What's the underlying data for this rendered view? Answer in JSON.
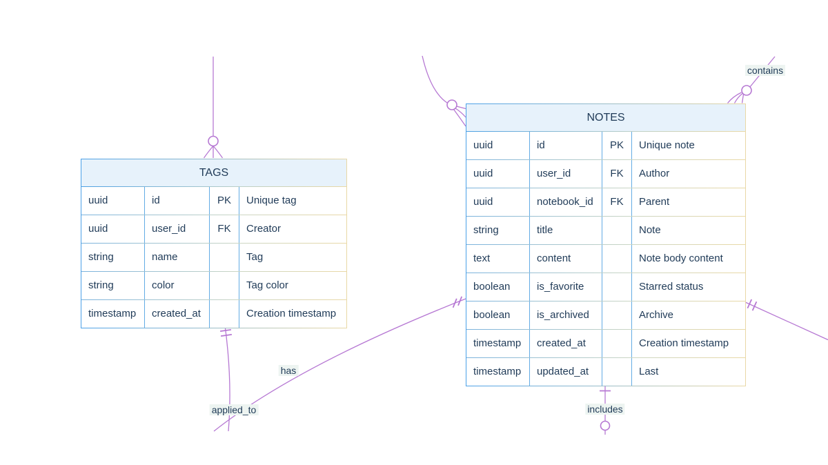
{
  "diagram_type": "entity-relationship",
  "colors": {
    "accent_blue": "#4aa0e8",
    "accent_tan": "#e9d8a5",
    "header_fill": "#e7f2fb",
    "text_color": "#1f3a57",
    "line_color": "#b678d3",
    "label_bg": "#edf4f1"
  },
  "entities": [
    {
      "name": "TAGS",
      "rows": [
        {
          "type": "uuid",
          "name": "id",
          "key": "PK",
          "comment": "Unique tag"
        },
        {
          "type": "uuid",
          "name": "user_id",
          "key": "FK",
          "comment": "Creator"
        },
        {
          "type": "string",
          "name": "name",
          "key": "",
          "comment": "Tag"
        },
        {
          "type": "string",
          "name": "color",
          "key": "",
          "comment": "Tag color"
        },
        {
          "type": "timestamp",
          "name": "created_at",
          "key": "",
          "comment": "Creation timestamp"
        }
      ]
    },
    {
      "name": "NOTES",
      "rows": [
        {
          "type": "uuid",
          "name": "id",
          "key": "PK",
          "comment": "Unique note"
        },
        {
          "type": "uuid",
          "name": "user_id",
          "key": "FK",
          "comment": "Author"
        },
        {
          "type": "uuid",
          "name": "notebook_id",
          "key": "FK",
          "comment": "Parent"
        },
        {
          "type": "string",
          "name": "title",
          "key": "",
          "comment": "Note"
        },
        {
          "type": "text",
          "name": "content",
          "key": "",
          "comment": "Note body content"
        },
        {
          "type": "boolean",
          "name": "is_favorite",
          "key": "",
          "comment": "Starred status"
        },
        {
          "type": "boolean",
          "name": "is_archived",
          "key": "",
          "comment": "Archive"
        },
        {
          "type": "timestamp",
          "name": "created_at",
          "key": "",
          "comment": "Creation timestamp"
        },
        {
          "type": "timestamp",
          "name": "updated_at",
          "key": "",
          "comment": "Last"
        }
      ]
    }
  ],
  "connectors": [
    {
      "id": "tags-top",
      "label": "",
      "cardinality": "zero-or-many"
    },
    {
      "id": "notes-top-left",
      "label": "",
      "cardinality": "zero-or-many"
    },
    {
      "id": "contains",
      "label": "contains",
      "cardinality": "zero-or-many"
    },
    {
      "id": "has",
      "label": "has",
      "cardinality": "one-and-only-one"
    },
    {
      "id": "applied-to",
      "label": "applied_to",
      "cardinality": "one-and-only-one"
    },
    {
      "id": "includes",
      "label": "includes",
      "cardinality": "one-and-only-one-to-zero-or-many"
    },
    {
      "id": "notes-right",
      "label": "",
      "cardinality": "one-and-only-one"
    }
  ]
}
